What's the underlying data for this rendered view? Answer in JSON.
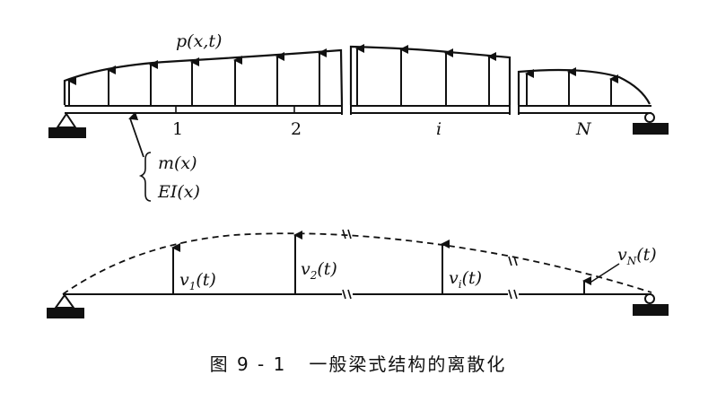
{
  "labels": {
    "load": "p(x,t)",
    "mass": "m(x)",
    "stiffness": "EI(x)",
    "node_1": "1",
    "node_2": "2",
    "node_i": "i",
    "node_n": "N",
    "v1_main": "v",
    "v1_sub": "1",
    "v1_arg": "(t)",
    "v2_main": "v",
    "v2_sub": "2",
    "v2_arg": "(t)",
    "vi_main": "v",
    "vi_sub": "i",
    "vi_arg": "(t)",
    "vn_main": "v",
    "vn_sub": "N",
    "vn_arg": "(t)"
  },
  "caption": "图 9 - 1   一般梁式结构的离散化"
}
